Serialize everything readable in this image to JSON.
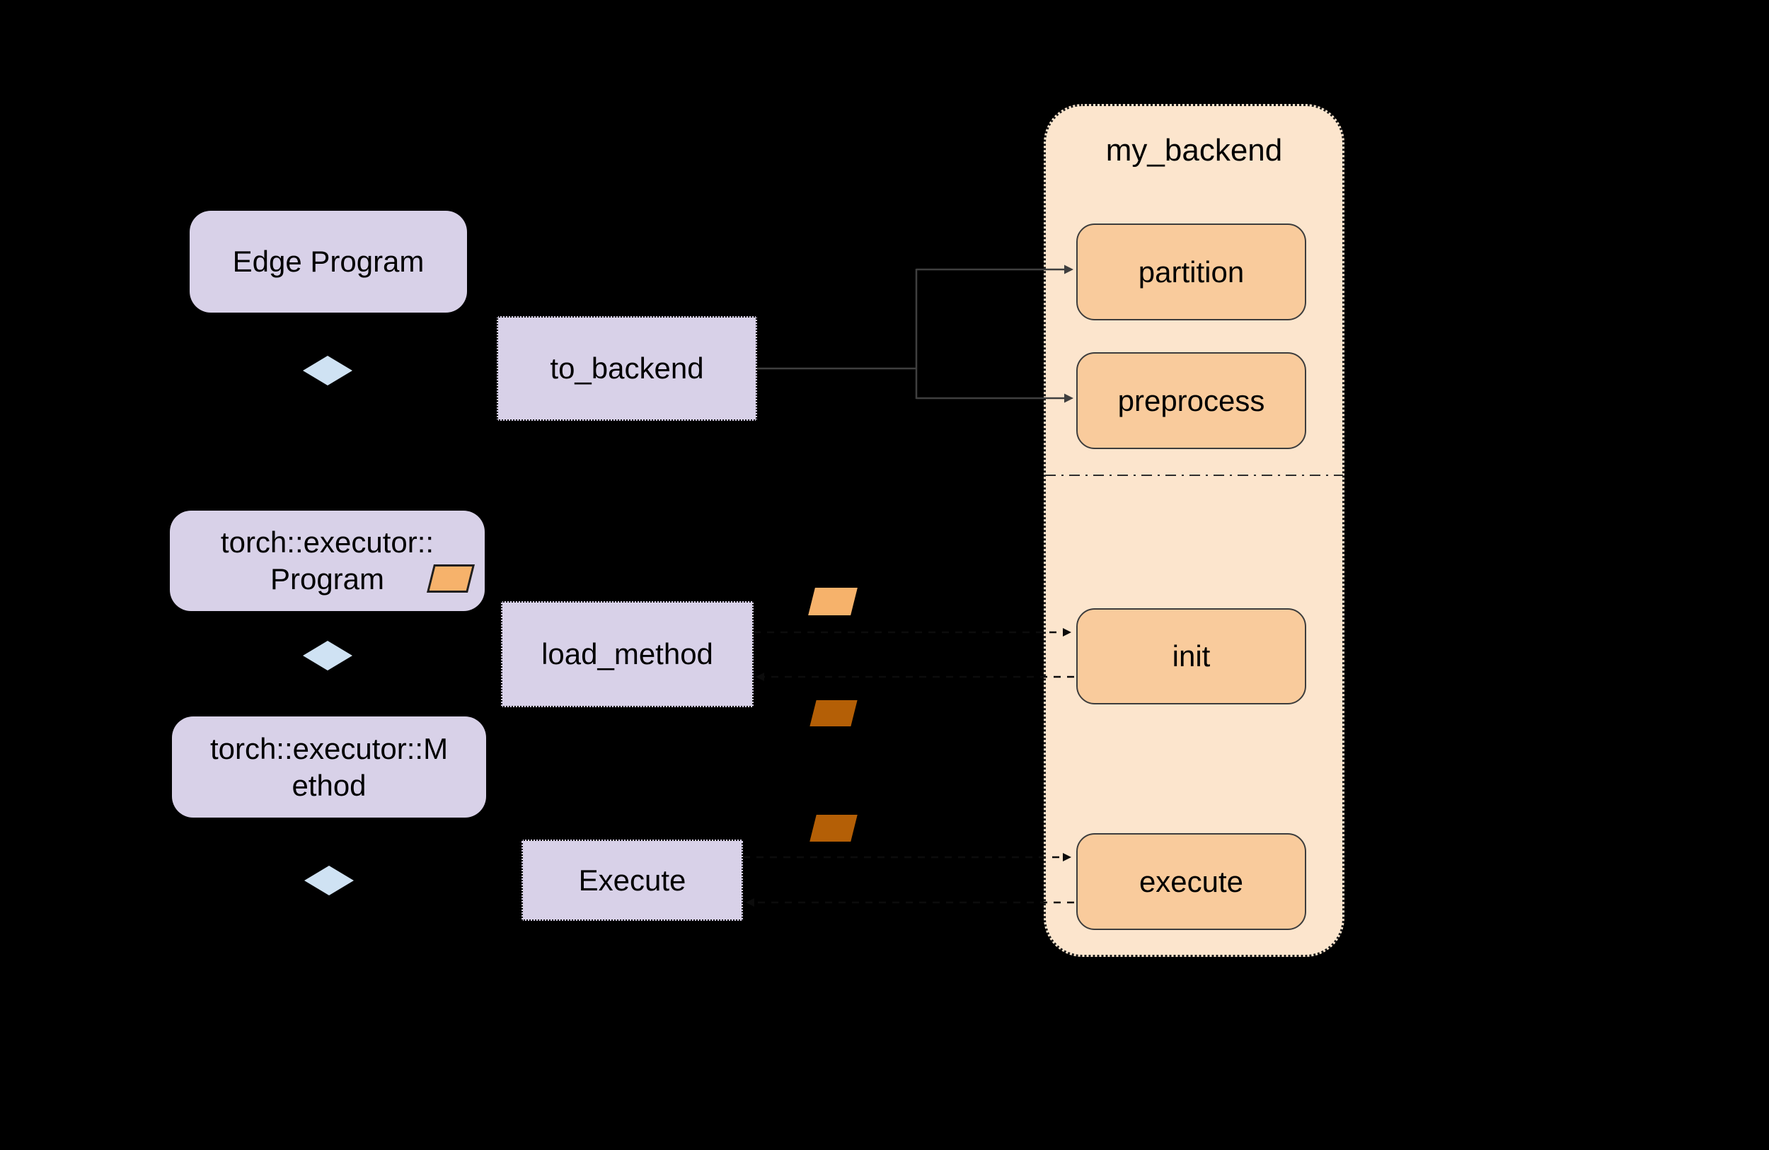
{
  "diagram": {
    "background": "#000000",
    "left_column": {
      "edge_program": "Edge Program",
      "program_line1": "torch::executor::",
      "program_line2": "Program",
      "method_line1": "torch::executor::M",
      "method_line2": "ethod"
    },
    "middle_column": {
      "to_backend": "to_backend",
      "load_method": "load_method",
      "execute": "Execute"
    },
    "backend": {
      "title": "my_backend",
      "functions": [
        {
          "label": "partition"
        },
        {
          "label": "preprocess"
        },
        {
          "label": "init"
        },
        {
          "label": "execute"
        }
      ]
    },
    "colors": {
      "node_lavender": "#d8d1e8",
      "diamond_blue": "#cfe2f3",
      "backend_fill": "#fce5cd",
      "function_fill": "#f9cb9c",
      "parallelogram_light": "#f6b26b",
      "parallelogram_dark": "#b45f06",
      "connector_gray": "#3f3f3f",
      "connector_dashed": "#0c0c0c"
    }
  }
}
